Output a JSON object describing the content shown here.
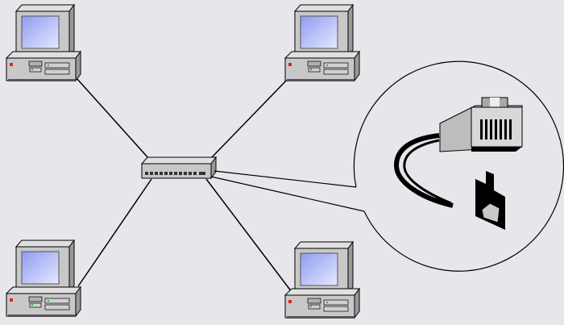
{
  "diagram": {
    "type": "star-network-topology",
    "nodes": [
      "computer-top-left",
      "computer-top-right",
      "computer-bottom-left",
      "computer-bottom-right"
    ],
    "hub": "network-hub",
    "detail": "rj45-connector-and-jack"
  },
  "colors": {
    "background": "#e8e6ea",
    "screen": "#a9b4f5",
    "case": "#c8c8c8",
    "line": "#000000",
    "power_led": "#e02020",
    "status_led": "#20c020"
  }
}
